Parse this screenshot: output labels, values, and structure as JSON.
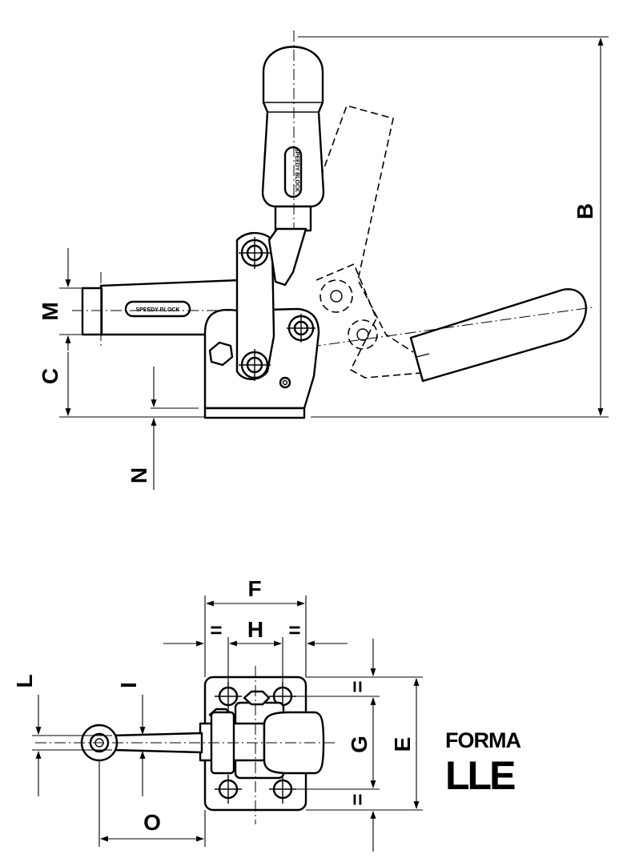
{
  "side_view": {
    "dimensions": {
      "B": "B",
      "M": "M",
      "C": "C",
      "N": "N"
    },
    "handle_brand": "SPEEDY BLOCK",
    "arm_brand": "SPEEDY BLOCK"
  },
  "top_view": {
    "dimensions": {
      "F": "F",
      "H": "H",
      "L": "L",
      "I": "I",
      "G": "G",
      "E": "E",
      "O": "O",
      "equal_sign": "="
    }
  },
  "forma": {
    "label": "FORMA",
    "code": "LLE"
  }
}
